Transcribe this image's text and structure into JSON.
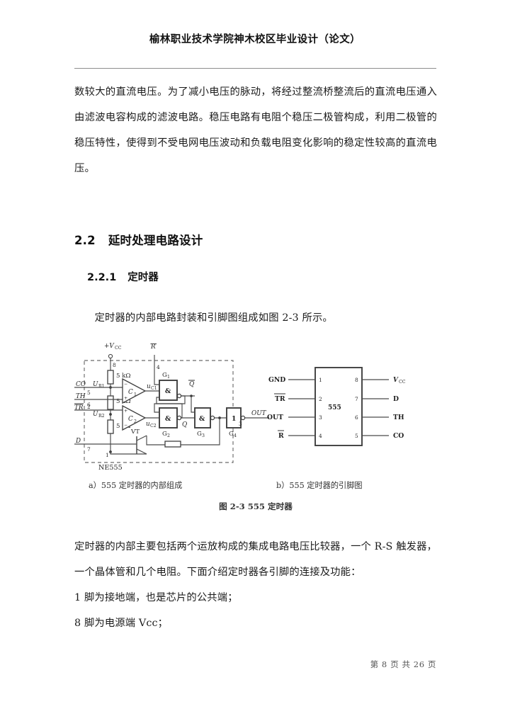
{
  "header": {
    "title": "榆林职业技术学院神木校区毕业设计（论文）"
  },
  "body": {
    "paragraph_1": "数较大的直流电压。为了减小电压的脉动，将经过整流桥整流后的直流电压通入由滤波电容构成的滤波电路。稳压电路有电阻个稳压二极管构成，利用二极管的稳压特性，使得到不受电网电压波动和负载电阻变化影响的稳定性较高的直流电压。",
    "section": {
      "number": "2.2",
      "title": "延时处理电路设计"
    },
    "subsection": {
      "number": "2.2.1",
      "title": "定时器"
    },
    "paragraph_2": "定时器的内部电路封装和引脚图组成如图 2-3 所示。",
    "paragraph_3": "定时器的内部主要包括两个运放构成的集成电路电压比较器，一个 R-S 触发器，一个晶体管和几个电阻。下面介绍定时器各引脚的连接及功能：",
    "paragraph_4": "1 脚为接地端，也是芯片的公共端；",
    "paragraph_5": "8 脚为电源端 Vcc；"
  },
  "figure": {
    "subcaption_a": "a）555 定时器的内部组成",
    "subcaption_b": "b）555 定时器的引脚图",
    "caption": "图 2-3 555 定时器",
    "internal": {
      "chip_label": "NE555",
      "supply_label": "+V",
      "supply_sub": "CC",
      "reset_label": "R",
      "resistors": [
        "5 kΩ",
        "5 kΩ",
        "5 kΩ"
      ],
      "node_labels": [
        "U",
        "R1",
        "U",
        "R2"
      ],
      "comparators": [
        {
          "name": "C",
          "sub": "1",
          "out": "u",
          "out_sub": "C1"
        },
        {
          "name": "C",
          "sub": "2",
          "out": "u",
          "out_sub": "C2"
        }
      ],
      "gates": [
        {
          "name": "G",
          "sub": "1",
          "symbol": "&"
        },
        {
          "name": "G",
          "sub": "2",
          "symbol": "&"
        },
        {
          "name": "G",
          "sub": "3",
          "symbol": "&"
        },
        {
          "name": "G",
          "sub": "4",
          "symbol": "1"
        }
      ],
      "flipflop_outputs": [
        "Q",
        "Q"
      ],
      "transistor_label": "VT",
      "output_label": "OUT",
      "left_pins": [
        {
          "name": "CO",
          "number": "5"
        },
        {
          "name": "TH",
          "number": "6"
        },
        {
          "name": "TR",
          "number": "2"
        },
        {
          "name": "D",
          "number": "7"
        }
      ],
      "pin_numbers": {
        "vcc": "8",
        "reset": "4",
        "out": "3",
        "gnd": "1",
        "discharge": "7"
      }
    },
    "pinout": {
      "chip_name": "555",
      "left": [
        {
          "label": "GND",
          "pin": "1"
        },
        {
          "label": "TR",
          "pin": "2",
          "overline": true
        },
        {
          "label": "OUT",
          "pin": "3"
        },
        {
          "label": "R",
          "pin": "4",
          "overline": true
        }
      ],
      "right": [
        {
          "label": "V",
          "sub": "CC",
          "pin": "8"
        },
        {
          "label": "D",
          "pin": "7"
        },
        {
          "label": "TH",
          "pin": "6"
        },
        {
          "label": "CO",
          "pin": "5"
        }
      ]
    }
  },
  "footer": {
    "text": "第 8 页 共 26 页"
  },
  "colors": {
    "ink": "#1a1a1a",
    "rule": "#8d8d8d",
    "diagram_line": "#4a4a4a",
    "diagram_dash": "#6b6b6b"
  }
}
